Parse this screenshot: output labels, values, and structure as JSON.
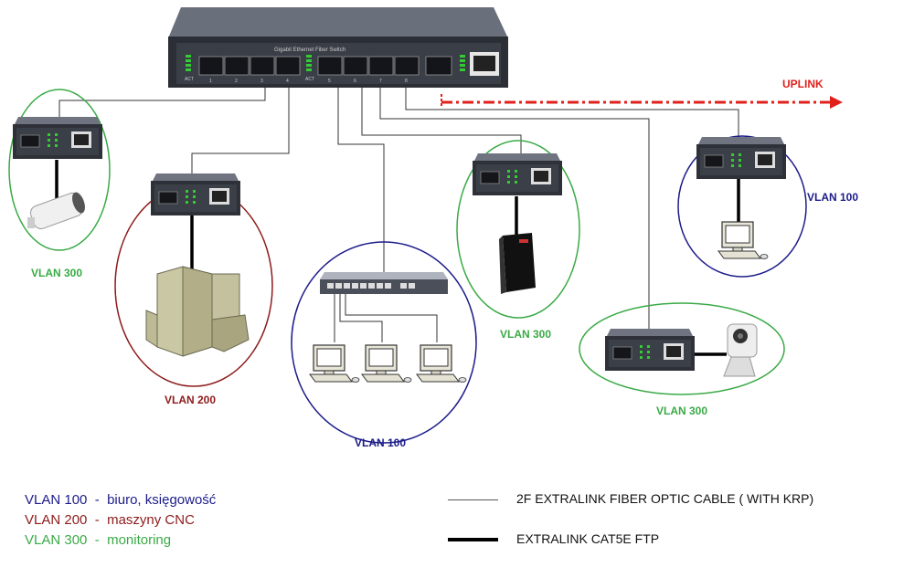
{
  "switch": {
    "label": "Gigabit Ethernet Fiber Switch",
    "ports": [
      "1",
      "2",
      "3",
      "4",
      "5",
      "6",
      "7",
      "8"
    ],
    "act_label": "ACT"
  },
  "uplink": {
    "label": "UPLINK",
    "color": "#e0201b"
  },
  "vlan_labels": {
    "camera_group": "VLAN 300",
    "cnc_group": "VLAN 200",
    "office_switch_group": "VLAN 100",
    "router_group": "VLAN 300",
    "pc_group": "VLAN 100",
    "webcam_group": "VLAN 300"
  },
  "colors": {
    "vlan100": "#1c1c8a",
    "vlan200": "#8e1b1b",
    "vlan300": "#3aaa46"
  },
  "legend": {
    "vlans": [
      {
        "name": "VLAN 100",
        "sep": "-",
        "desc": "biuro, księgowość",
        "color": "#1c1c8a"
      },
      {
        "name": "VLAN 200",
        "sep": "-",
        "desc": "maszyny CNC",
        "color": "#8e1b1b"
      },
      {
        "name": "VLAN 300",
        "sep": "-",
        "desc": "monitoring",
        "color": "#3aaa46"
      }
    ],
    "cables": [
      {
        "label": "2F EXTRALINK FIBER OPTIC CABLE  ( WITH KRP)",
        "style": "thin"
      },
      {
        "label": "EXTRALINK CAT5E FTP",
        "style": "thick"
      }
    ]
  }
}
